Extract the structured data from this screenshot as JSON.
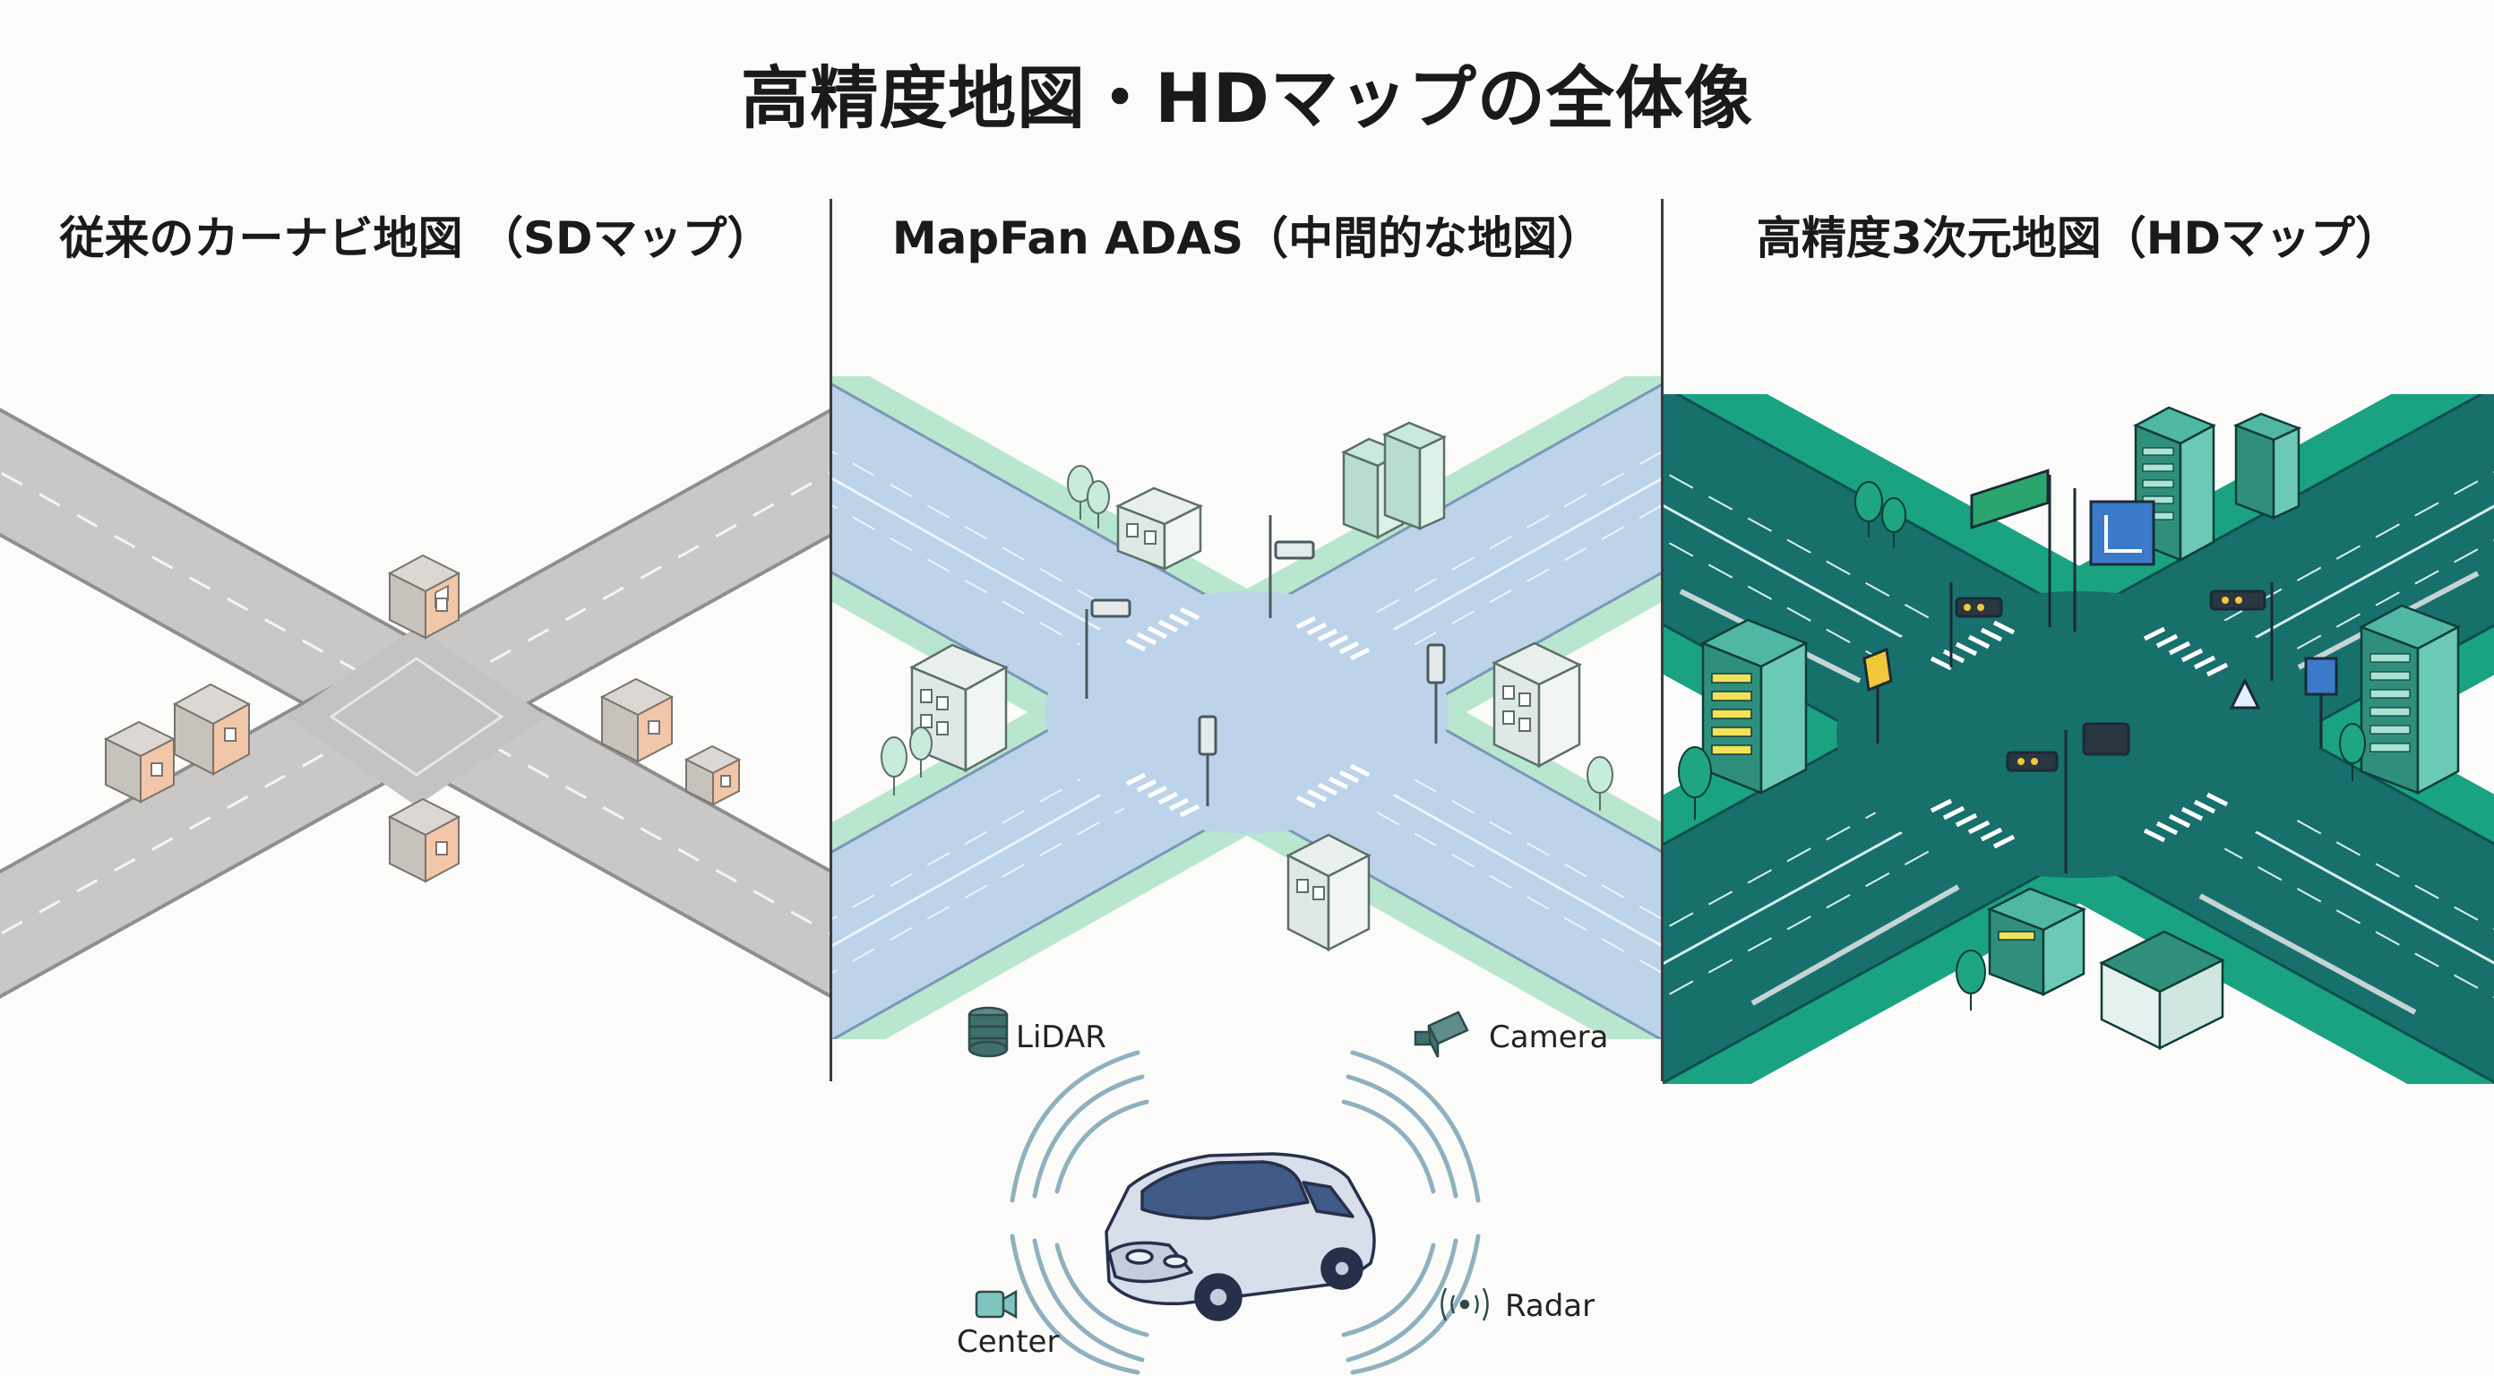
{
  "title": "高精度地図・HDマップの全体像",
  "panels": [
    {
      "title": "従来のカーナビ地図 （SDマップ）"
    },
    {
      "title": "MapFan ADAS（中間的な地図）"
    },
    {
      "title": "高精度3次元地図（HDマップ）"
    }
  ],
  "sensors": {
    "lidar": "LiDAR",
    "camera": "Camera",
    "center": "Center",
    "radar": "Radar"
  },
  "colors": {
    "sd_road": "#c9c8c6",
    "sd_building_accent": "#f2c6a8",
    "adas_road": "#bcd3ea",
    "adas_verge": "#b9e6cf",
    "hd_road": "#17706c",
    "hd_verge": "#19a383",
    "hd_building": "#2f8f7c",
    "car": "#d8deea",
    "wave": "#8fb0be"
  }
}
